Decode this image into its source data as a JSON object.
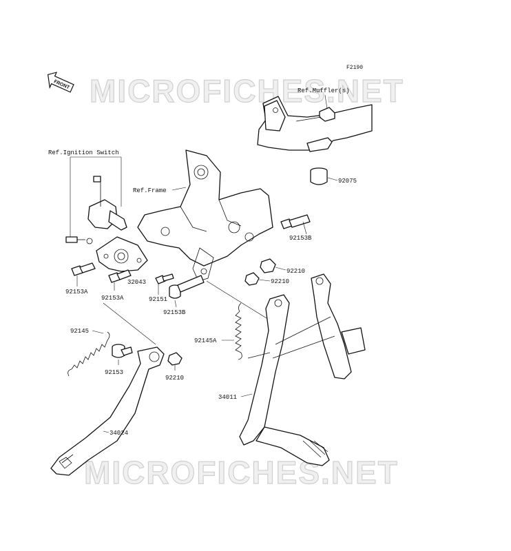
{
  "figure_code": "F2190",
  "watermark": "MICROFICHES.NET",
  "front_badge": "FRONT",
  "references": {
    "muffler": "Ref.Muffler(s)",
    "ignition_switch": "Ref.Ignition Switch",
    "frame": "Ref.Frame"
  },
  "part_numbers": {
    "p92075": "92075",
    "p92153B_upper": "92153B",
    "p92210_a": "92210",
    "p92210_b": "92210",
    "p92153A_left": "92153A",
    "p92153A_mid": "92153A",
    "p32043": "32043",
    "p92151": "92151",
    "p92153B_lower": "92153B",
    "p92145": "92145",
    "p92145A": "92145A",
    "p92153": "92153",
    "p92210_c": "92210",
    "p34011": "34011",
    "p34024": "34024"
  }
}
